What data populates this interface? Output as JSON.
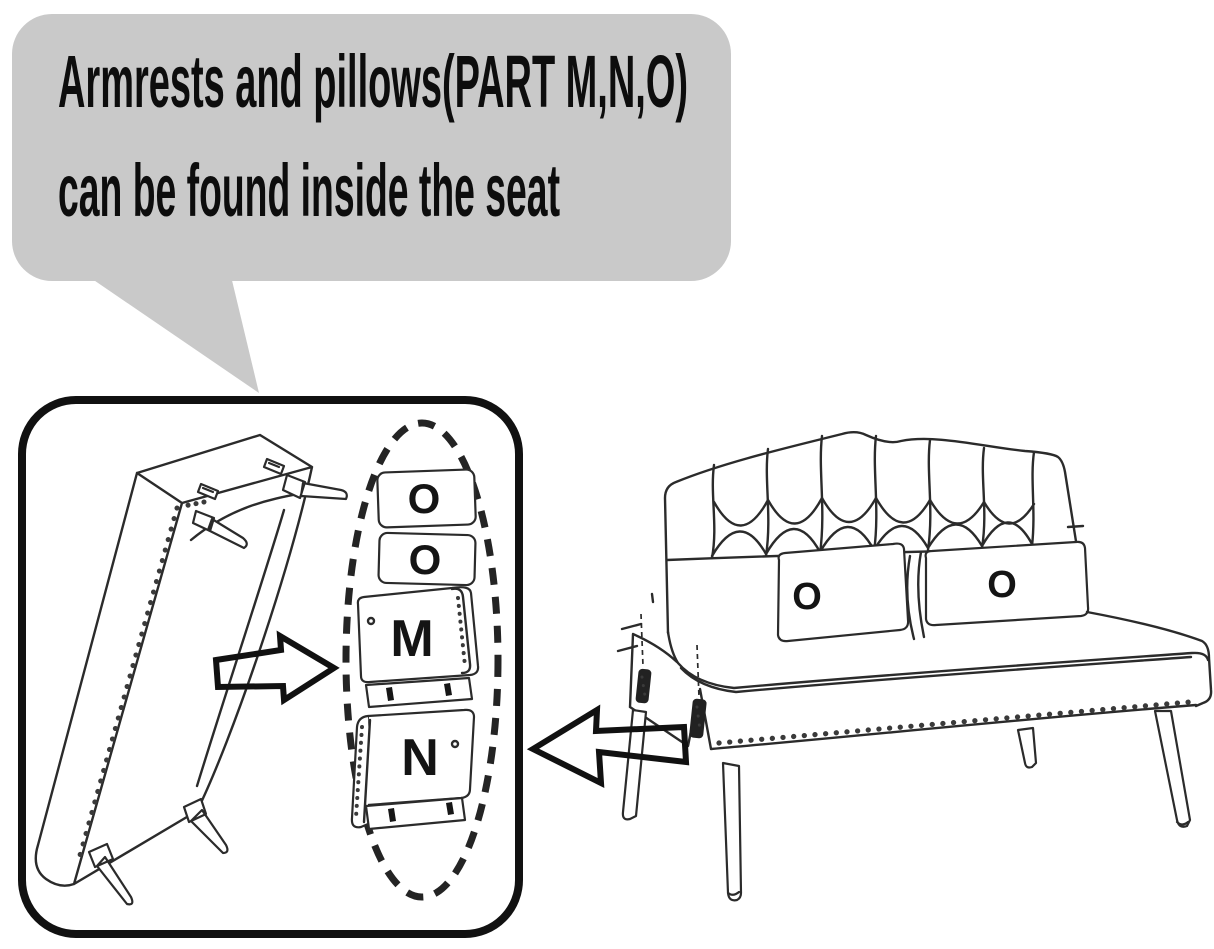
{
  "callout": {
    "line1": "Armrests and pillows(PART M,N,O)",
    "line2": "can be found inside the seat"
  },
  "parts_box": {
    "pillow_top_label": "O",
    "pillow_second_label": "O",
    "armrest_m_label": "M",
    "armrest_n_label": "N"
  },
  "sofa": {
    "left_pillow_label": "O",
    "right_pillow_label": "O"
  },
  "colors": {
    "bubble_gray": "#c9c9c9",
    "ink": "#2b2b2b",
    "border_black": "#111111",
    "background": "#ffffff"
  }
}
